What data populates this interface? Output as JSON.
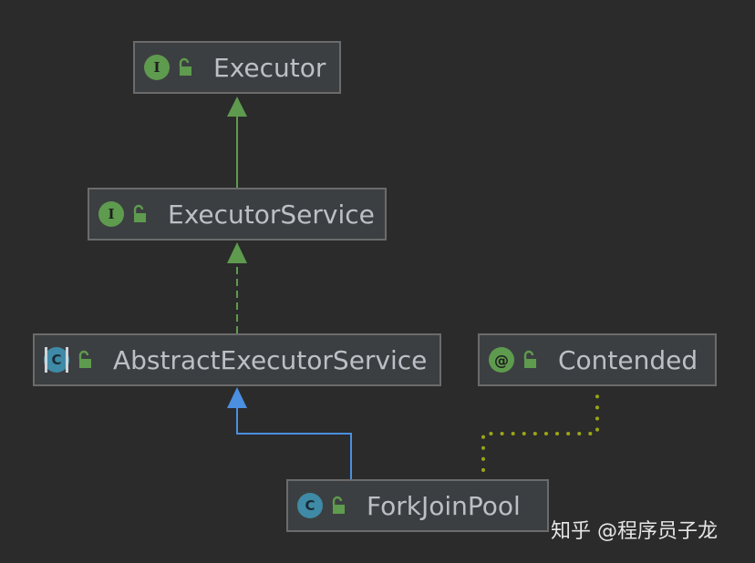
{
  "nodes": {
    "executor": {
      "kind": "I",
      "label": "Executor"
    },
    "executor_service": {
      "kind": "I",
      "label": "ExecutorService"
    },
    "abstract_executor_service": {
      "kind": "C",
      "label": "AbstractExecutorService"
    },
    "contended": {
      "kind": "@",
      "label": "Contended"
    },
    "fork_join_pool": {
      "kind": "C",
      "label": "ForkJoinPool"
    }
  },
  "edges": [
    {
      "from": "executor_service",
      "to": "executor",
      "type": "extends",
      "color": "#5e9b4e",
      "style": "solid"
    },
    {
      "from": "abstract_executor_service",
      "to": "executor_service",
      "type": "implements",
      "color": "#5e9b4e",
      "style": "dashed"
    },
    {
      "from": "fork_join_pool",
      "to": "abstract_executor_service",
      "type": "extends",
      "color": "#4a8fe0",
      "style": "solid"
    },
    {
      "from": "fork_join_pool",
      "to": "contended",
      "type": "annotated-by",
      "color": "#9aa516",
      "style": "dotted"
    }
  ],
  "colors": {
    "background": "#2b2b2b",
    "node_fill": "#3c3f41",
    "node_border": "#6b6b6b",
    "interface_icon": "#5e9b4e",
    "class_icon": "#3f8aa6",
    "text": "#bcc0c6"
  },
  "icons": {
    "interface": "interface-icon",
    "class": "class-icon",
    "abstract_class": "abstract-class-icon",
    "annotation": "annotation-icon",
    "public": "unlocked-lock-icon"
  },
  "watermark": "知乎 @程序员子龙"
}
